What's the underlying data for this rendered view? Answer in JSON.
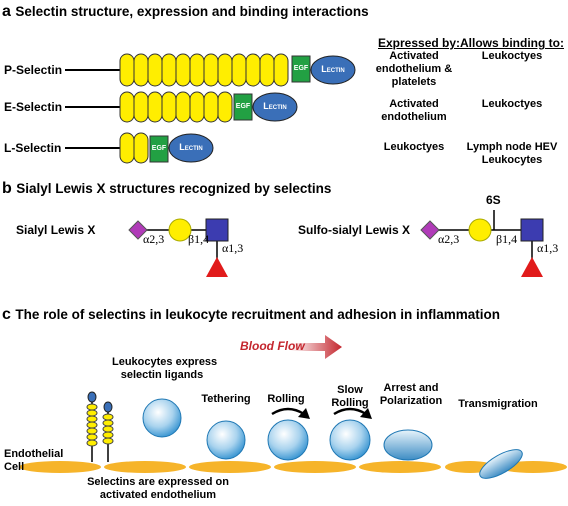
{
  "panel_a": {
    "letter": "a",
    "title": "Selectin structure, expression and binding interactions",
    "col_expressed": "Expressed by:",
    "col_binding": "Allows binding to:",
    "egf": "EGF",
    "lectin": "Lectin",
    "rows": [
      {
        "name": "P-Selectin",
        "expressed": [
          "Activated",
          "endothelium &",
          "platelets"
        ],
        "binding": [
          "Leukoctyes"
        ]
      },
      {
        "name": "E-Selectin",
        "expressed": [
          "Activated",
          "endothelium"
        ],
        "binding": [
          "Leukoctyes"
        ]
      },
      {
        "name": "L-Selectin",
        "expressed": [
          "Leukoctyes"
        ],
        "binding": [
          "Lymph node HEV",
          "Leukocytes"
        ]
      }
    ]
  },
  "panel_b": {
    "letter": "b",
    "title": "Sialyl Lewis X structures recognized by selectins",
    "left_name": "Sialyl Lewis X",
    "right_name": "Sulfo-sialyl Lewis X",
    "sulfo": "6S",
    "link_a23": "α2,3",
    "link_b14": "β1,4",
    "link_a13": "α1,3"
  },
  "panel_c": {
    "letter": "c",
    "title": "The role of selectins in leukocyte recruitment and adhesion in inflammation",
    "blood_flow": "Blood Flow",
    "express_ligands": [
      "Leukocytes express",
      "selectin ligands"
    ],
    "tethering": "Tethering",
    "rolling": "Rolling",
    "slow_rolling": [
      "Slow",
      "Rolling"
    ],
    "arrest": [
      "Arrest and",
      "Polarization"
    ],
    "transmigration": "Transmigration",
    "endothelial": [
      "Endothelial",
      "Cell"
    ],
    "selectins_expressed": [
      "Selectins are expressed on",
      "activated endothelium"
    ]
  },
  "colors": {
    "yellow": "#FFEE00",
    "green": "#22A043",
    "blue": "#3A6FB8",
    "magenta": "#B03BB8",
    "square": "#3C3CB0",
    "red": "#E11B1B",
    "endothelium": "#F6B42A",
    "flow": "#C4262E"
  }
}
